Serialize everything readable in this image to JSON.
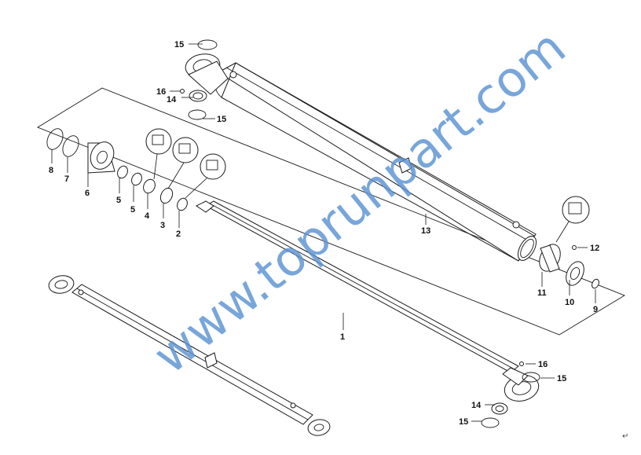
{
  "diagram": {
    "watermark": "www.toprunpart.com",
    "corner_mark": "↵",
    "labels": {
      "l1": "1",
      "l2": "2",
      "l3": "3",
      "l4": "4",
      "l5a": "5",
      "l5b": "5",
      "l6": "6",
      "l7": "7",
      "l8": "8",
      "l9": "9",
      "l10": "10",
      "l11": "11",
      "l12": "12",
      "l13": "13",
      "l14a": "14",
      "l15a": "15",
      "l15b": "15",
      "l16a": "16",
      "l14b": "14",
      "l15c": "15",
      "l15d": "15",
      "l16b": "16"
    }
  }
}
